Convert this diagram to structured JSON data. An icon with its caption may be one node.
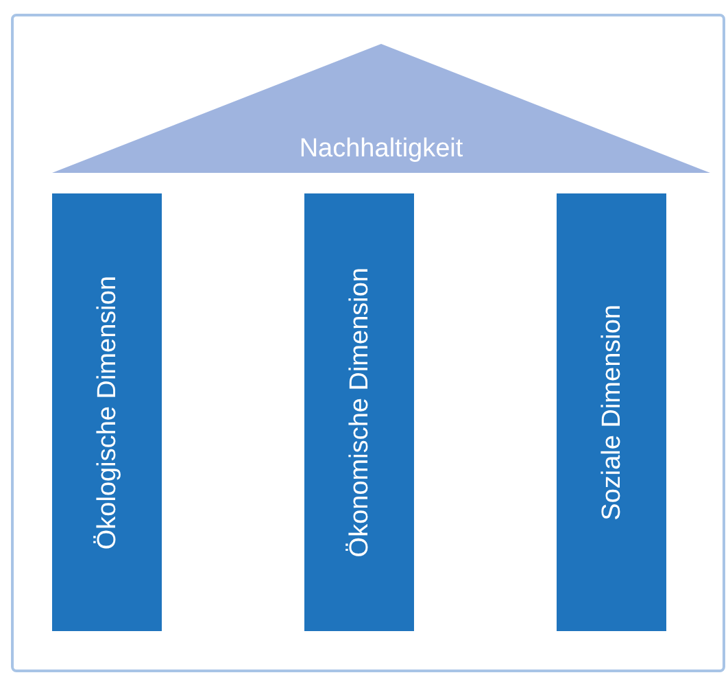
{
  "diagram": {
    "nodes": [
      {
        "text": [
          "Nachhaltigkeit"
        ]
      },
      {
        "text": [
          "Ökologische Dimension"
        ]
      },
      {
        "text": [
          "Ökonomische Dimension"
        ]
      },
      {
        "text": [
          "Soziale Dimension"
        ]
      }
    ]
  }
}
